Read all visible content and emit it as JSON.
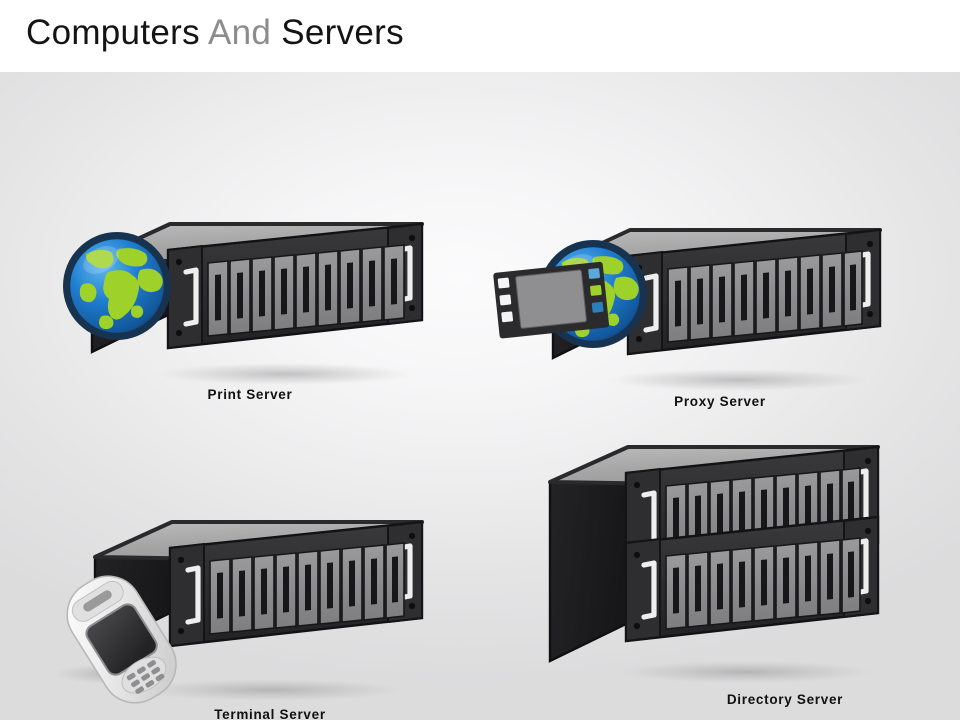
{
  "header": {
    "title_part1": "Computers",
    "title_part2": "And",
    "title_part3": "Servers",
    "title_full": "Computers And Servers"
  },
  "theme": {
    "background_center": "#fbfbfc",
    "background_edge": "#dcdcdd",
    "header_background": "#ffffff",
    "title_color_dark": "#141414",
    "title_color_gray": "#8c8c8c",
    "label_color": "#111111",
    "rack_face": "#2c2c2e",
    "rack_top": "#a9a9a9",
    "rack_side": "#1d1d1f",
    "rack_edge": "#3a3a3c",
    "bay_fill": "#8e8e90",
    "bay_slot": "#1a1a1c",
    "handle_color": "#f0f0f0",
    "globe_ocean": "#1a6fc4",
    "globe_land": "#9ed12a",
    "globe_outline": "#17334f",
    "film_color": "#2b2b2d",
    "phone_body": "#f2f2f2",
    "phone_screen": "#2e2e30"
  },
  "items": [
    {
      "id": "print-server",
      "label": "Print Server",
      "icon": "globe-icon",
      "bay_count": 9,
      "rack_units": 1
    },
    {
      "id": "proxy-server",
      "label": "Proxy Server",
      "icon": "globe-filmstrip-icon",
      "bay_count": 9,
      "rack_units": 1
    },
    {
      "id": "terminal-server",
      "label": "Terminal Server",
      "icon": "mobile-phone-icon",
      "bay_count": 9,
      "rack_units": 1
    },
    {
      "id": "directory-server",
      "label": "Directory Server",
      "icon": "none",
      "bay_count": 9,
      "rack_units": 2
    }
  ]
}
